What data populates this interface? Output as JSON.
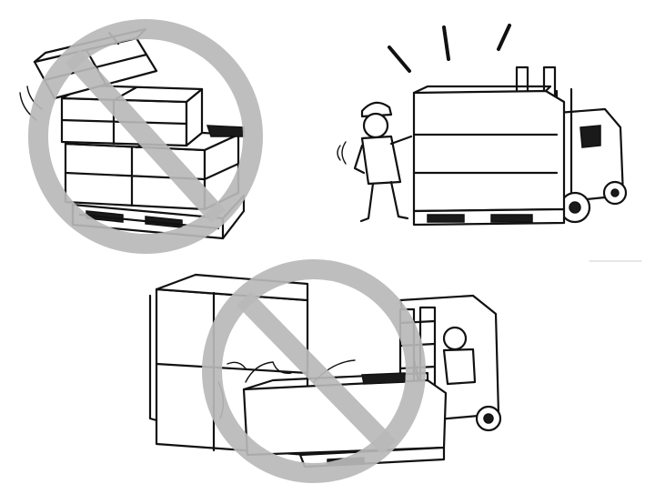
{
  "illustration": {
    "panels": [
      {
        "id": "unstable-stack",
        "prohibited": true,
        "icon": "prohibition-sign"
      },
      {
        "id": "even-load-check",
        "prohibited": false,
        "icon": "none"
      },
      {
        "id": "pushing-load-with-forklift",
        "prohibited": true,
        "icon": "prohibition-sign"
      }
    ],
    "colors": {
      "ink": "#111111",
      "prohibition_sign": "#b9b9b9",
      "background": "#ffffff"
    }
  }
}
